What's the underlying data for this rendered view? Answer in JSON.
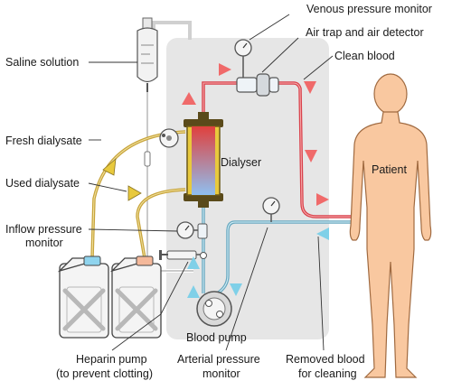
{
  "labels": {
    "venous_pressure_monitor": "Venous pressure monitor",
    "air_trap": "Air trap and air detector",
    "clean_blood": "Clean blood",
    "saline_solution": "Saline solution",
    "fresh_dialysate": "Fresh dialysate",
    "used_dialysate": "Used dialysate",
    "dialyser": "Dialyser",
    "patient": "Patient",
    "inflow_line1": "Inflow pressure",
    "inflow_line2": "monitor",
    "blood_pump": "Blood pump",
    "heparin_line1": "Heparin pump",
    "heparin_line2": "(to prevent clotting)",
    "arterial_line1": "Arterial pressure",
    "arterial_line2": "monitor",
    "removed_line1": "Removed blood",
    "removed_line2": "for cleaning"
  },
  "colors": {
    "machine_panel": "#e6e6e6",
    "clean_blood_line": "#d9414b",
    "removed_blood_line": "#6aa9c0",
    "dialysate_line": "#c8a43b",
    "dialyser_body": "#e8c93d",
    "patient_skin": "#f9c8a0",
    "red_arrow": "#f06a6a",
    "blue_arrow": "#7fd0e8",
    "yellow_arrow": "#e8c93d"
  }
}
